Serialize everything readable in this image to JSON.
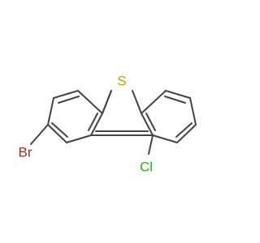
{
  "molecule": {
    "atoms": {
      "sulfur": {
        "symbol": "S",
        "color": "#b5a400"
      },
      "bromine": {
        "symbol": "Br",
        "color": "#a52a2a"
      },
      "chlorine": {
        "symbol": "Cl",
        "color": "#1db31d"
      }
    },
    "bond_color": "#444444",
    "background": "#ffffff"
  }
}
